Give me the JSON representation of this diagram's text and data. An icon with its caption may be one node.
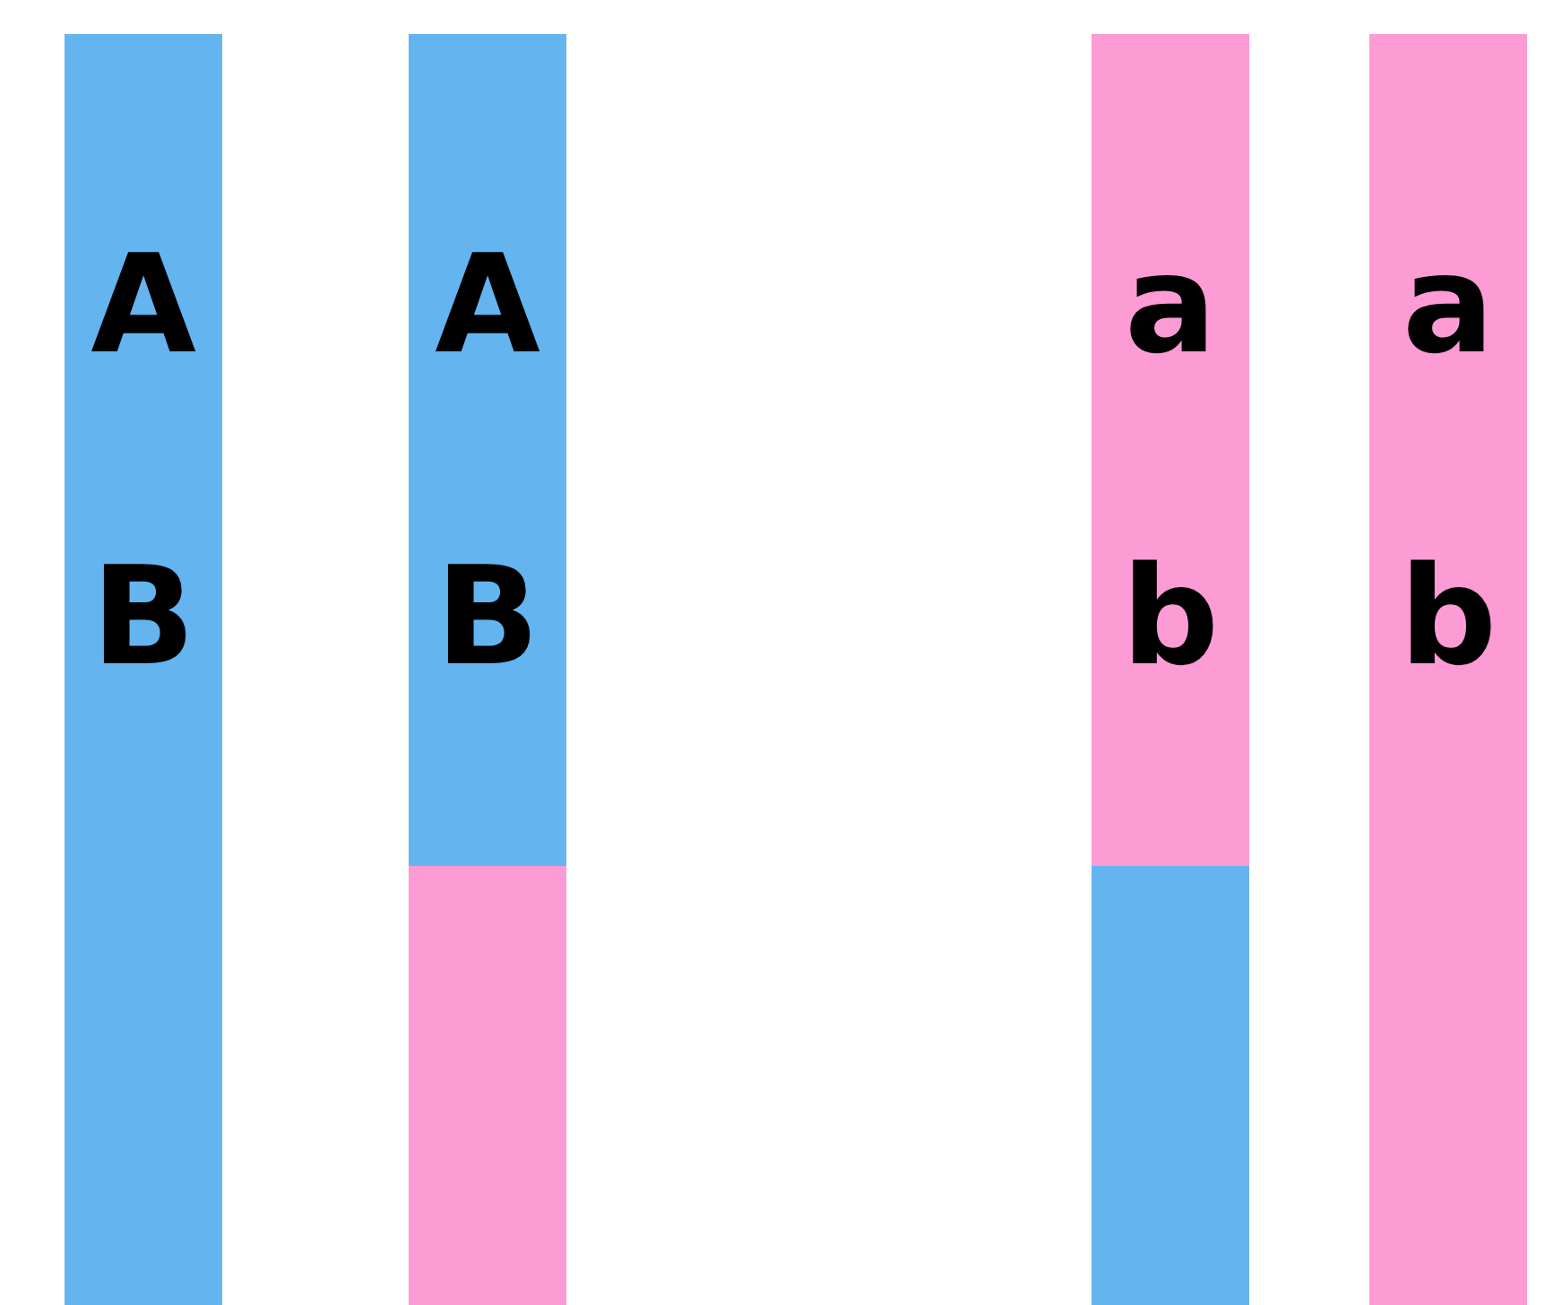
{
  "diagram": {
    "nodes": [
      {
        "text": [
          "A",
          "B"
        ]
      },
      {
        "text": [
          "A",
          "B"
        ]
      },
      {
        "text": [
          "a",
          "b"
        ]
      },
      {
        "text": [
          "a",
          "b"
        ]
      }
    ]
  }
}
